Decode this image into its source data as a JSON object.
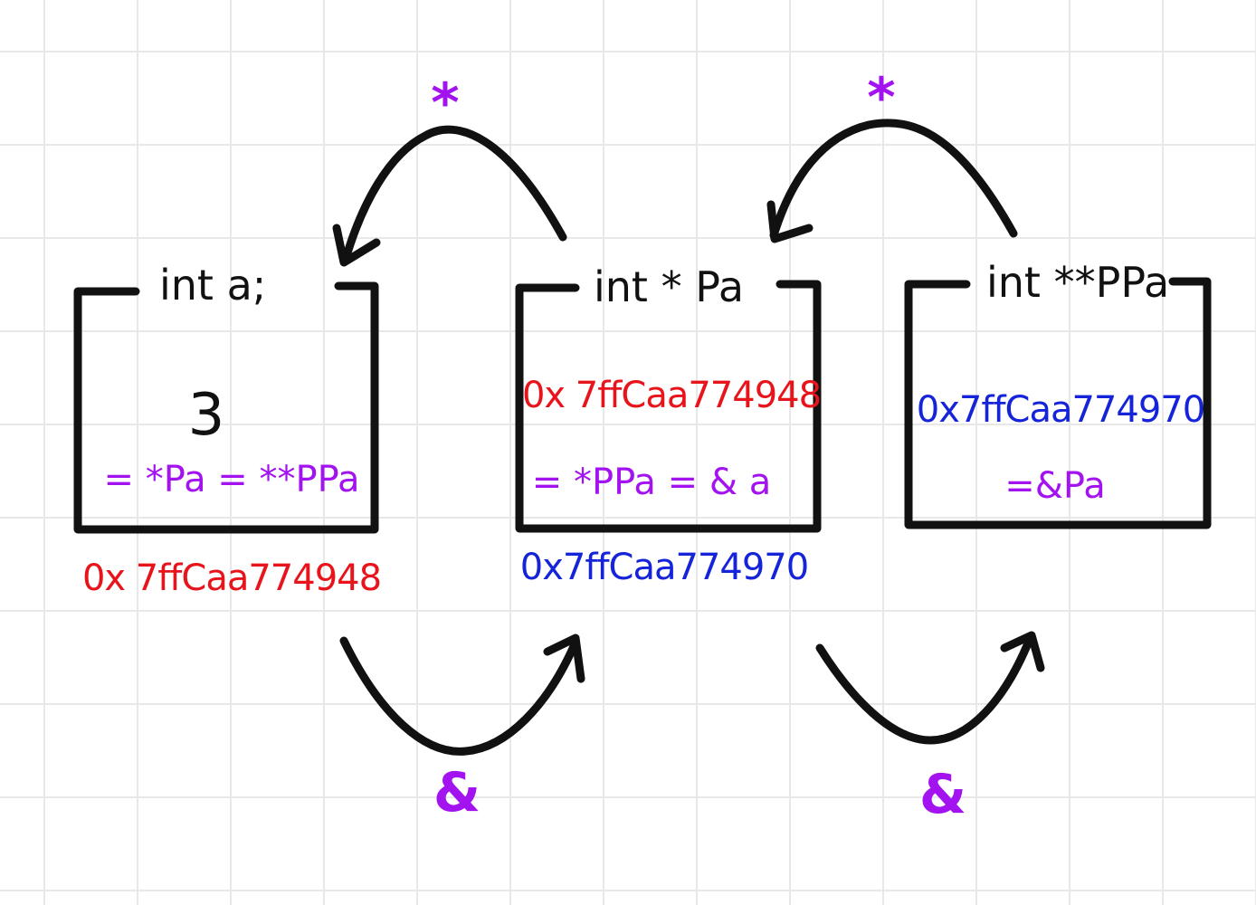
{
  "colors": {
    "ink": "#111111",
    "red": "#e8141c",
    "blue": "#1523d9",
    "purple": "#a313f0"
  },
  "boxes": [
    {
      "label": "int a;",
      "value": "3",
      "equivalence": "= *Pa = **PPa",
      "address": "0x 7ffCaa774948"
    },
    {
      "label": "int * Pa",
      "value": "0x 7ffCaa774948",
      "equivalence": "= *PPa = & a",
      "address": "0x7ffCaa774970"
    },
    {
      "label": "int **PPa",
      "value": "0x7ffCaa774970",
      "equivalence": "=&Pa"
    }
  ],
  "operators": {
    "dereference_symbol": "*",
    "address_of_symbol": "&"
  }
}
